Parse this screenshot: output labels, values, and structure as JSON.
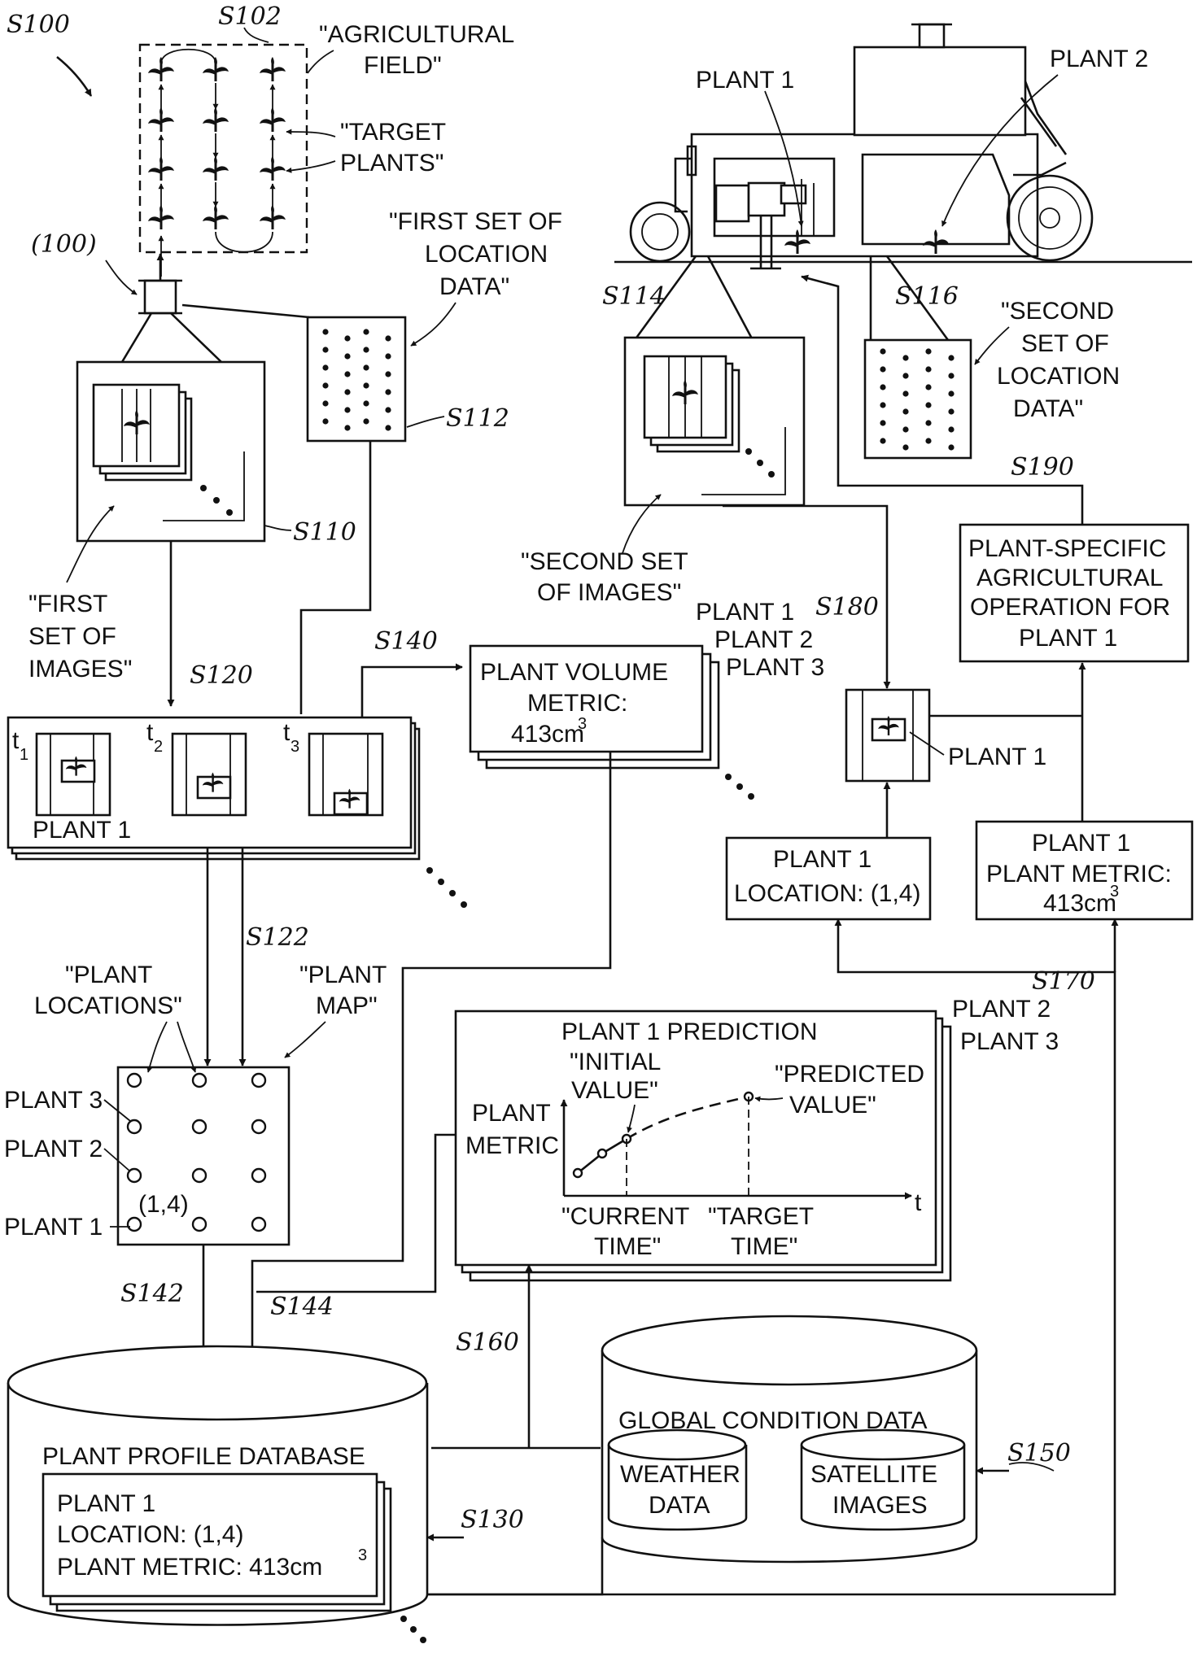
{
  "labels": {
    "s100": "S100",
    "s102": "S102",
    "s110": "S110",
    "s112": "S112",
    "s114": "S114",
    "s116": "S116",
    "s120": "S120",
    "s122": "S122",
    "s130": "S130",
    "s140": "S140",
    "s142": "S142",
    "s144": "S144",
    "s150": "S150",
    "s160": "S160",
    "s170": "S170",
    "s180": "S180",
    "s190": "S190",
    "device_100": "(100)"
  },
  "field": {
    "title_line1": "\"AGRICULTURAL",
    "title_line2": "FIELD\"",
    "targets_line1": "\"TARGET",
    "targets_line2": "PLANTS\""
  },
  "first_location": {
    "line1": "\"FIRST SET OF",
    "line2": "LOCATION",
    "line3": "DATA\""
  },
  "first_images": {
    "line1": "\"FIRST",
    "line2": "SET OF",
    "line3": "IMAGES\""
  },
  "vehicle": {
    "plant1": "PLANT 1",
    "plant2": "PLANT 2"
  },
  "second_location": {
    "line1": "\"SECOND",
    "line2": "SET OF",
    "line3": "LOCATION",
    "line4": "DATA\""
  },
  "second_images": {
    "line1": "\"SECOND SET",
    "line2": "OF IMAGES\""
  },
  "operation": {
    "line1": "PLANT-SPECIFIC",
    "line2": "AGRICULTURAL",
    "line3": "OPERATION FOR",
    "line4": "PLANT 1"
  },
  "timeseries": {
    "t1": "t",
    "t2": "t",
    "t3": "t",
    "s1": "1",
    "s2": "2",
    "s3": "3",
    "plant": "PLANT 1"
  },
  "volume": {
    "line1": "PLANT VOLUME",
    "line2": "METRIC:",
    "value": "413cm",
    "sup": "3",
    "stack1": "PLANT 1",
    "stack2": "PLANT 2",
    "stack3": "PLANT 3"
  },
  "match": {
    "plant": "PLANT 1"
  },
  "location_box": {
    "line1": "PLANT 1",
    "line2": "LOCATION: (1,4)"
  },
  "metric_box": {
    "line1": "PLANT 1",
    "line2": "PLANT METRIC:",
    "value": "413cm",
    "sup": "3"
  },
  "plant_map": {
    "locations_line1": "\"PLANT",
    "locations_line2": "LOCATIONS\"",
    "map_line1": "\"PLANT",
    "map_line2": "MAP\"",
    "plant3": "PLANT 3",
    "plant2": "PLANT 2",
    "plant1": "PLANT 1",
    "coord": "(1,4)"
  },
  "prediction": {
    "title": "PLANT 1 PREDICTION",
    "stack2": "PLANT 2",
    "stack3": "PLANT 3",
    "ylabel1": "PLANT",
    "ylabel2": "METRIC",
    "xlabel": "t",
    "initial1": "\"INITIAL",
    "initial2": "VALUE\"",
    "predicted1": "\"PREDICTED",
    "predicted2": "VALUE\"",
    "current1": "\"CURRENT",
    "current2": "TIME\"",
    "target1": "\"TARGET",
    "target2": "TIME\""
  },
  "database": {
    "title": "PLANT PROFILE DATABASE",
    "line1": "PLANT 1",
    "line2": "LOCATION: (1,4)",
    "line3": "PLANT METRIC: 413cm",
    "sup": "3"
  },
  "global": {
    "title": "GLOBAL CONDITION DATA",
    "weather1": "WEATHER",
    "weather2": "DATA",
    "sat1": "SATELLITE",
    "sat2": "IMAGES"
  }
}
